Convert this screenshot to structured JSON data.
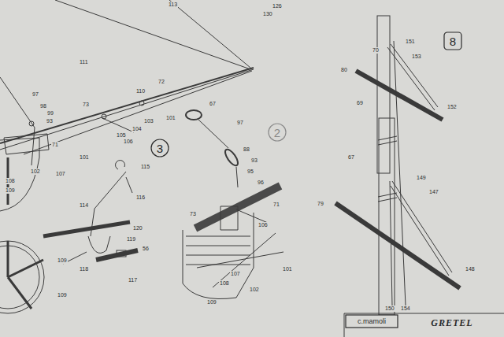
{
  "diagram": {
    "nodes": [
      {
        "text": [
          "3"
        ]
      },
      {
        "text": [
          "2"
        ]
      },
      {
        "text": [
          "8"
        ]
      },
      {
        "text": [
          "c.mamoli"
        ]
      },
      {
        "text": [
          "GRETEL"
        ]
      }
    ],
    "labels": [
      "113",
      "126",
      "130",
      "111",
      "110",
      "72",
      "97",
      "98",
      "99",
      "93",
      "73",
      "103",
      "104",
      "105",
      "106",
      "101",
      "71",
      "107",
      "102",
      "101",
      "108",
      "109",
      "115",
      "116",
      "114",
      "120",
      "119",
      "56",
      "118",
      "117",
      "109",
      "109",
      "67",
      "97",
      "88",
      "93",
      "95",
      "96",
      "73",
      "71",
      "106",
      "101",
      "107",
      "108",
      "102",
      "109",
      "151",
      "70",
      "153",
      "80",
      "152",
      "69",
      "67",
      "149",
      "147",
      "79",
      "148",
      "150",
      "154"
    ]
  }
}
